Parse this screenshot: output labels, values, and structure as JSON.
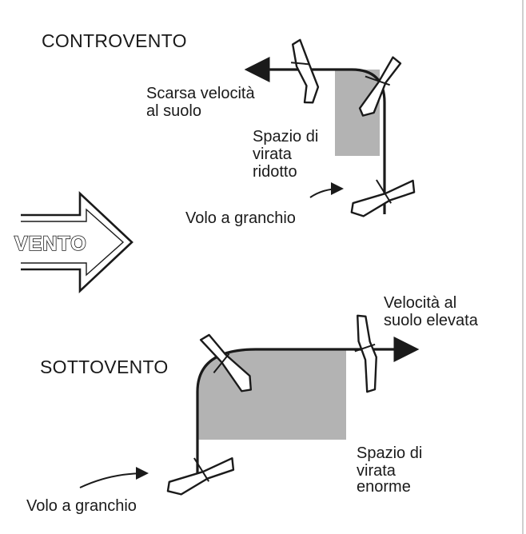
{
  "upwind": {
    "title": "CONTROVENTO",
    "low_ground_speed_line1": "Scarsa velocità",
    "low_ground_speed_line2": "al suolo",
    "turn_space_line1": "Spazio di",
    "turn_space_line2": "virata",
    "turn_space_line3": "ridotto",
    "crab_label": "Volo a granchio"
  },
  "wind": {
    "label": "VENTO"
  },
  "downwind": {
    "title": "SOTTOVENTO",
    "high_ground_speed_line1": "Velocità al",
    "high_ground_speed_line2": "suolo elevata",
    "turn_space_line1": "Spazio di",
    "turn_space_line2": "virata",
    "turn_space_line3": "enorme",
    "crab_label": "Volo a granchio"
  },
  "colors": {
    "ink": "#1a1a1a",
    "shade": "#b3b3b3",
    "paper": "#ffffff"
  }
}
